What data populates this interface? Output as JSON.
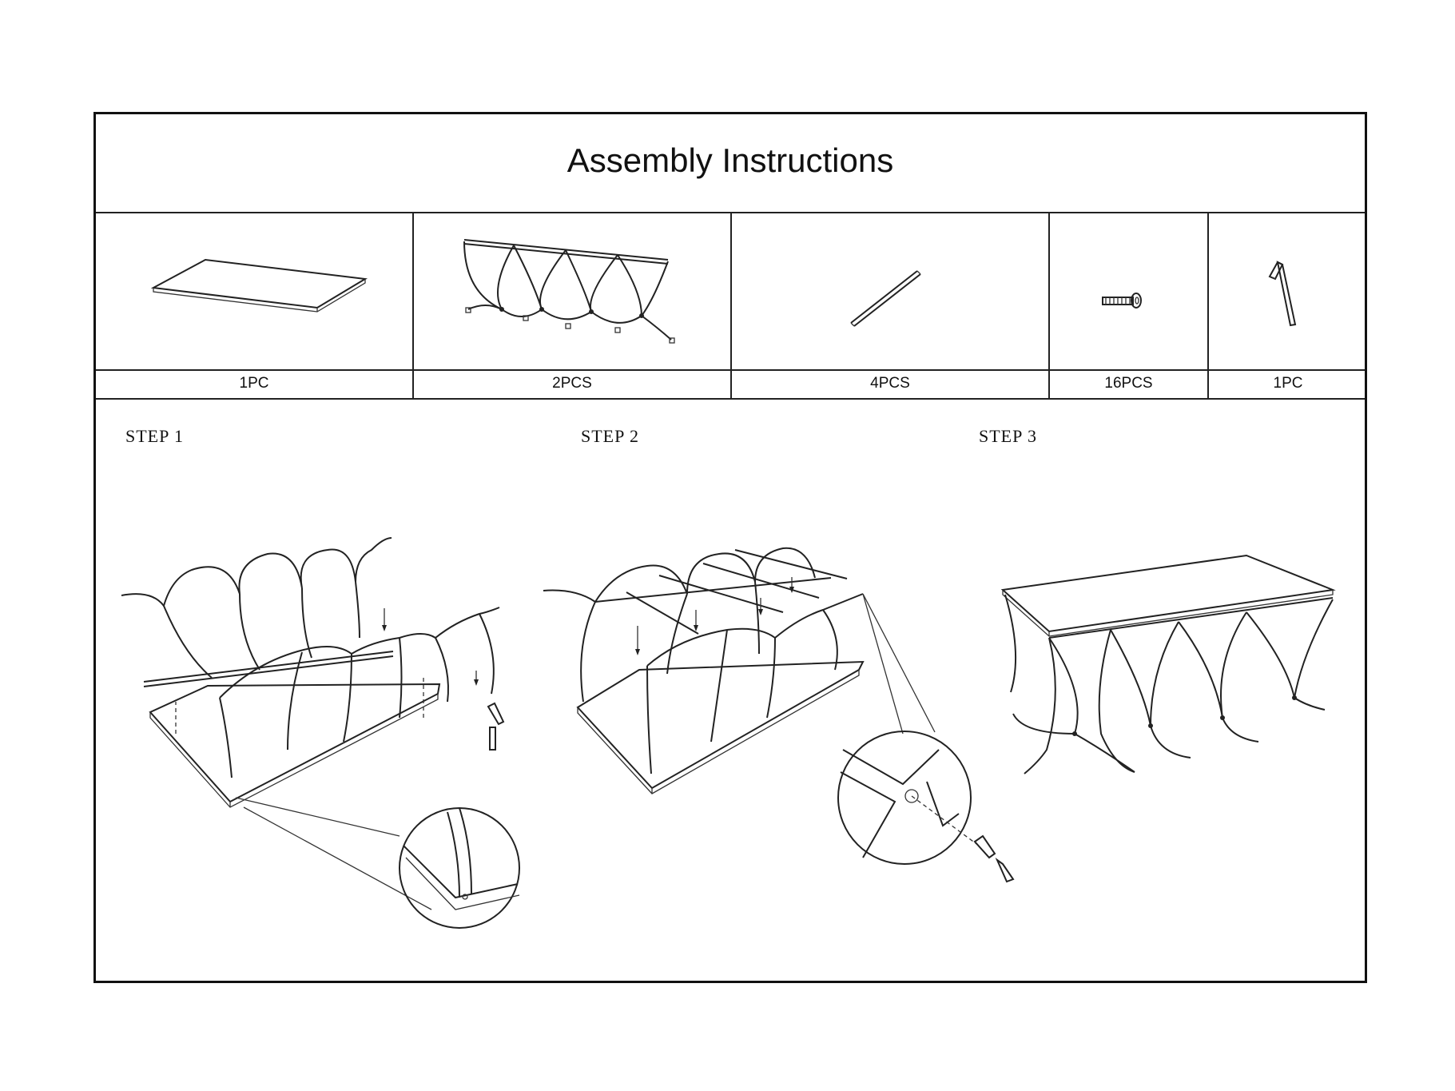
{
  "header": {
    "title": "Assembly Instructions"
  },
  "parts": [
    {
      "icon": "glass-top-panel-icon",
      "quantity": "1PC"
    },
    {
      "icon": "arched-side-frame-icon",
      "quantity": "2PCS"
    },
    {
      "icon": "connecting-rod-icon",
      "quantity": "4PCS"
    },
    {
      "icon": "screw-bolt-icon",
      "quantity": "16PCS"
    },
    {
      "icon": "allen-key-icon",
      "quantity": "1PC"
    }
  ],
  "steps": [
    {
      "label": "STEP  1"
    },
    {
      "label": "STEP  2"
    },
    {
      "label": "STEP  3"
    }
  ]
}
